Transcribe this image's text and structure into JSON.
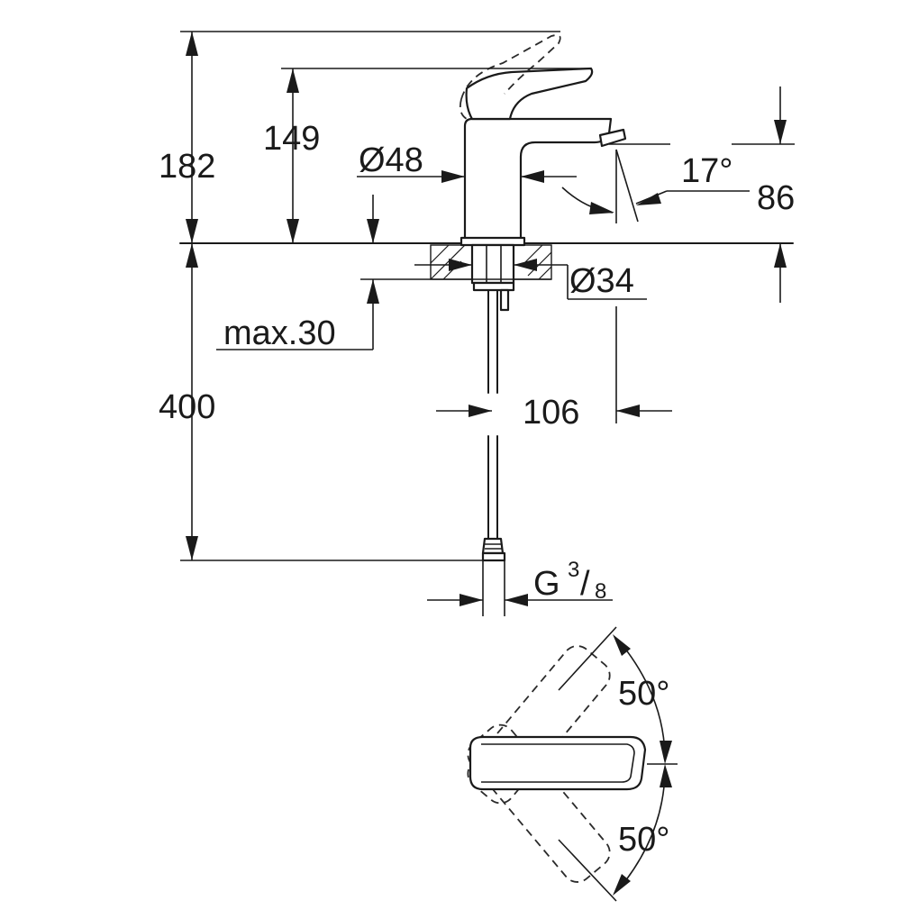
{
  "dimensions": {
    "overall_height": "182",
    "lever_height": "149",
    "body_diameter": "Ø48",
    "spout_angle": "17°",
    "spout_height": "86",
    "base_diameter": "Ø34",
    "max_deck_thickness": "max.30",
    "spout_reach": "106",
    "hose_length": "400",
    "connection_thread_prefix": "G",
    "connection_thread_num": "3",
    "connection_thread_sep": "/",
    "connection_thread_den": "8",
    "lever_angle_top": "50°",
    "lever_angle_bottom": "50°"
  },
  "colors": {
    "line": "#1a1a1a",
    "background": "#ffffff"
  }
}
